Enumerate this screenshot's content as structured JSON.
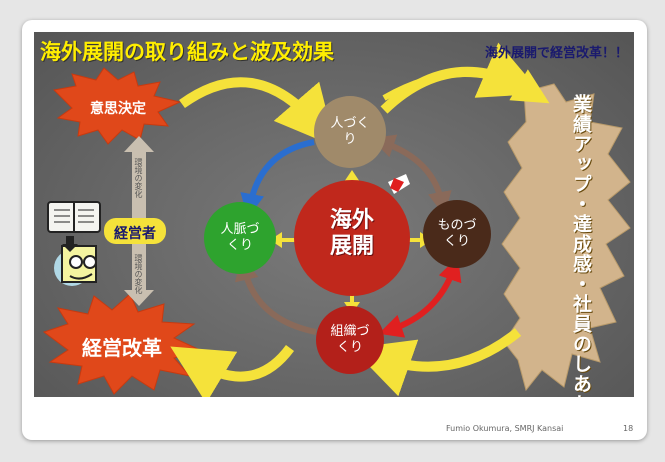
{
  "slide": {
    "title": "海外展開の取り組みと波及効果",
    "subtitle": "海外展開で経営改革！！",
    "center": {
      "line1": "海外",
      "line2": "展開"
    },
    "nodes": {
      "hito": {
        "line1": "人づく",
        "line2": "り"
      },
      "mono": {
        "line1": "ものづ",
        "line2": "くり"
      },
      "soshiki": {
        "line1": "組織づ",
        "line2": "くり"
      },
      "jinmyaku": {
        "line1": "人脈づ",
        "line2": "くり"
      }
    },
    "bursts": {
      "decision": "意思決定",
      "reform": "経営改革"
    },
    "manager_label": "経営者",
    "side_label_top": "環境の変化",
    "side_label_bottom": "環境の変化",
    "right_result": "業績アップ・達成感・社員のしあわせ",
    "footer": {
      "credit": "Fumio  Okumura,   SMRJ Kansai",
      "page": "18"
    }
  },
  "colors": {
    "title_yellow": "#ffee00",
    "hito": "#a08a6a",
    "mono": "#4a2a1a",
    "soshiki": "#b3201a",
    "jinmyaku": "#2ea32e",
    "center": "#c0281c",
    "burst": "#e0481a",
    "arrow_yellow": "#f5e23a",
    "arrow_blue": "#2a6ecf",
    "arrow_red": "#e02020",
    "arrow_brown": "#8a6a5a"
  }
}
